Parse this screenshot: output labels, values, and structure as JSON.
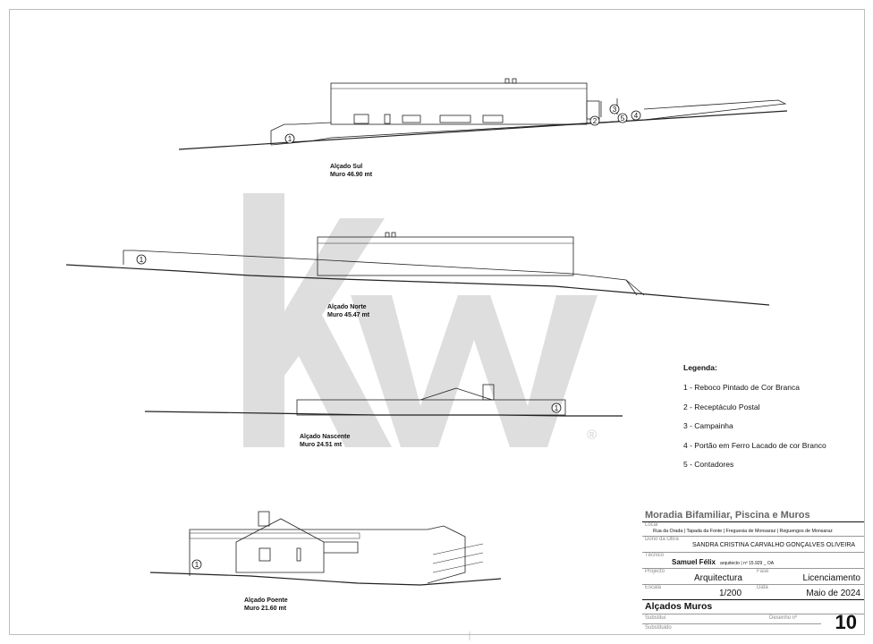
{
  "elevations": [
    {
      "name": "Alçado Sul",
      "wall": "Muro 46.90 mt"
    },
    {
      "name": "Alçado  Norte",
      "wall": "Muro 45.47 mt"
    },
    {
      "name": "Alçado  Nascente",
      "wall": "Muro 24.51 mt"
    },
    {
      "name": "Alçado  Poente",
      "wall": "Muro 21.60 mt"
    }
  ],
  "markers": [
    "1",
    "2",
    "3",
    "4",
    "5"
  ],
  "legend": {
    "title": "Legenda:",
    "items": [
      "1 - Reboco Pintado de Cor Branca",
      "2 - Receptáculo Postal",
      "3 - Campainha",
      "4 - Portão em Ferro Lacado de cor Branco",
      "5 - Contadores"
    ]
  },
  "watermark": {
    "text": "kw",
    "registered": "®",
    "color": "#dddddd"
  },
  "title_block": {
    "project_title": "Moradia Bifamiliar, Piscina e Muros",
    "local_label": "Local",
    "local_value": "Rua da Orada | Tapada da Fonte | Freguesia de Monsaraz | Reguengos de Monsaraz",
    "owner_label": "Dono da Obra",
    "owner_value": "SANDRA CRISTINA CARVALHO GONÇALVES OLIVEIRA",
    "tech_label": "Técnico",
    "tech_name": "Samuel Félix",
    "tech_detail": "arquitecto | nº 15.929 _ OA",
    "project_label": "Projecto",
    "project_value": "Arquitectura",
    "phase_label": "Fase",
    "phase_value": "Licenciamento",
    "scale_label": "Escala",
    "scale_value": "1/200",
    "date_label": "Data",
    "date_value": "Maio de 2024",
    "drawing_title": "Alçados Muros",
    "replaces_label": "Substitui",
    "replaced_label": "Substituido",
    "drawing_no_label": "Desenho nº",
    "drawing_no": "10"
  }
}
